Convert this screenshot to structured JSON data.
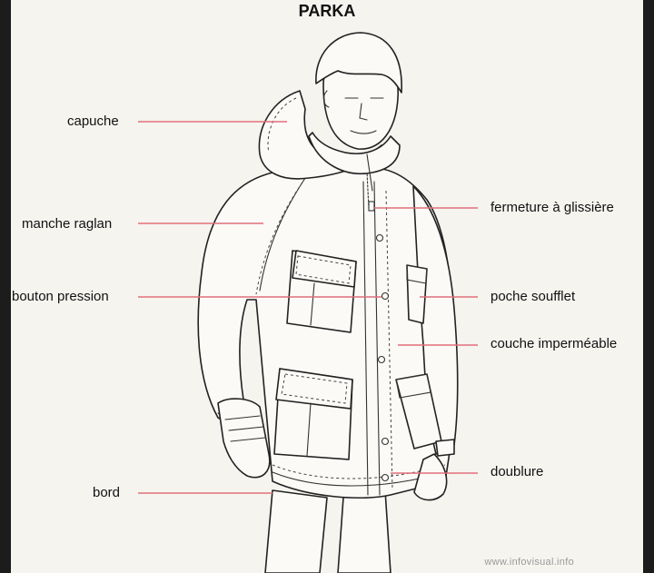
{
  "title": "PARKA",
  "labels": {
    "capuche": "capuche",
    "manche_raglan": "manche raglan",
    "bouton_pression": "bouton pression",
    "bord": "bord",
    "fermeture": "fermeture à glissière",
    "poche_soufflet": "poche soufflet",
    "couche_impermeable": "couche imperméable",
    "doublure": "doublure"
  },
  "watermark": "www.infovisual.info",
  "colors": {
    "leader_line": "#e0707a",
    "background": "#f6f4ef",
    "outer_border": "#1c1c1c",
    "ink": "#222222"
  }
}
